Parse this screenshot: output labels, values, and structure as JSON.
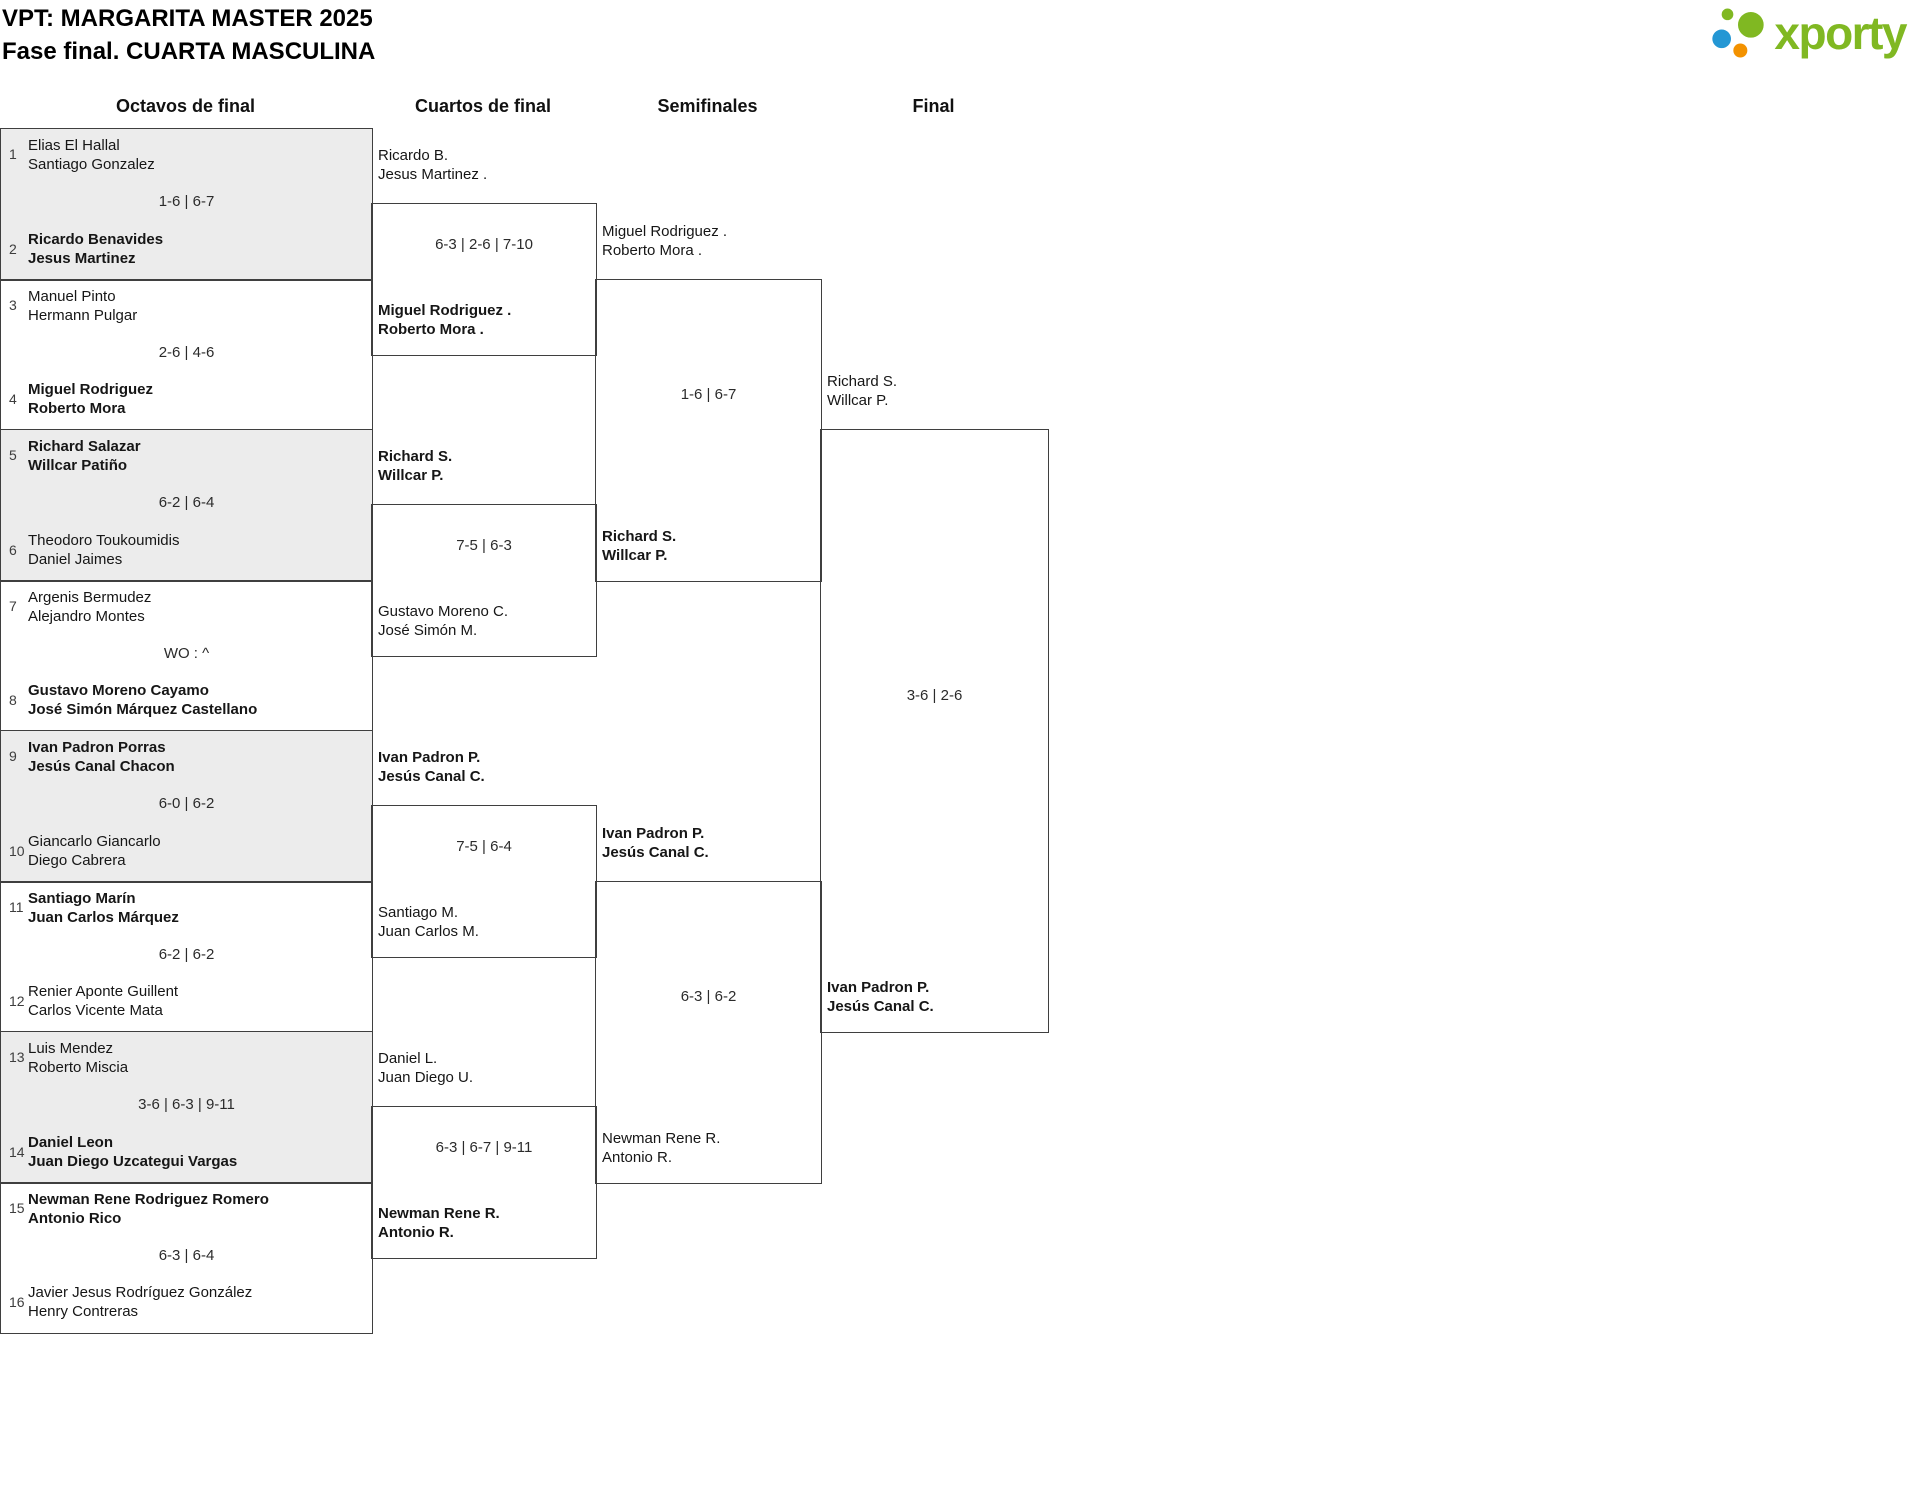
{
  "header": {
    "title": "VPT: MARGARITA MASTER 2025",
    "subtitle": "Fase final. CUARTA MASCULINA",
    "logo_text": "xporty",
    "brand_colors": {
      "green": "#80b822",
      "blue": "#2497d4",
      "orange": "#f39200"
    }
  },
  "rounds": [
    {
      "label": "Octavos de final",
      "matches": [
        {
          "score": "1-6 | 6-7",
          "teams": [
            {
              "seed": 1,
              "lines": [
                "Elias El Hallal",
                "Santiago Gonzalez"
              ],
              "winner": false
            },
            {
              "seed": 2,
              "lines": [
                "Ricardo Benavides",
                "Jesus Martinez"
              ],
              "winner": true
            }
          ]
        },
        {
          "score": "2-6 | 4-6",
          "teams": [
            {
              "seed": 3,
              "lines": [
                "Manuel Pinto",
                "Hermann Pulgar"
              ],
              "winner": false
            },
            {
              "seed": 4,
              "lines": [
                "Miguel Rodriguez",
                "Roberto Mora"
              ],
              "winner": true
            }
          ]
        },
        {
          "score": "6-2 | 6-4",
          "teams": [
            {
              "seed": 5,
              "lines": [
                "Richard Salazar",
                "Willcar Patiño"
              ],
              "winner": true
            },
            {
              "seed": 6,
              "lines": [
                "Theodoro Toukoumidis",
                "Daniel Jaimes"
              ],
              "winner": false
            }
          ]
        },
        {
          "score": "WO : ^",
          "teams": [
            {
              "seed": 7,
              "lines": [
                "Argenis Bermudez",
                "Alejandro Montes"
              ],
              "winner": false
            },
            {
              "seed": 8,
              "lines": [
                "Gustavo Moreno Cayamo",
                "José Simón Márquez Castellano"
              ],
              "winner": true
            }
          ]
        },
        {
          "score": "6-0 | 6-2",
          "teams": [
            {
              "seed": 9,
              "lines": [
                "Ivan Padron Porras",
                "Jesús Canal Chacon"
              ],
              "winner": true
            },
            {
              "seed": 10,
              "lines": [
                "Giancarlo Giancarlo",
                "Diego Cabrera"
              ],
              "winner": false
            }
          ]
        },
        {
          "score": "6-2 | 6-2",
          "teams": [
            {
              "seed": 11,
              "lines": [
                "Santiago Marín",
                "Juan Carlos Márquez"
              ],
              "winner": true
            },
            {
              "seed": 12,
              "lines": [
                "Renier Aponte Guillent",
                "Carlos Vicente Mata"
              ],
              "winner": false
            }
          ]
        },
        {
          "score": "3-6 | 6-3 | 9-11",
          "teams": [
            {
              "seed": 13,
              "lines": [
                "Luis Mendez",
                "Roberto Miscia"
              ],
              "winner": false
            },
            {
              "seed": 14,
              "lines": [
                "Daniel Leon",
                "Juan Diego Uzcategui Vargas"
              ],
              "winner": true
            }
          ]
        },
        {
          "score": "6-3 | 6-4",
          "teams": [
            {
              "seed": 15,
              "lines": [
                "Newman Rene Rodriguez Romero",
                "Antonio Rico"
              ],
              "winner": true
            },
            {
              "seed": 16,
              "lines": [
                "Javier Jesus Rodríguez González",
                "Henry Contreras"
              ],
              "winner": false
            }
          ]
        }
      ]
    },
    {
      "label": "Cuartos de final",
      "matches": [
        {
          "score": "6-3 | 2-6 | 7-10",
          "teams": [
            {
              "lines": [
                "Ricardo B.",
                "Jesus Martinez ."
              ],
              "winner": false
            },
            {
              "lines": [
                "Miguel Rodriguez .",
                "Roberto Mora ."
              ],
              "winner": true
            }
          ]
        },
        {
          "score": "7-5 | 6-3",
          "teams": [
            {
              "lines": [
                "Richard S.",
                "Willcar P."
              ],
              "winner": true
            },
            {
              "lines": [
                "Gustavo Moreno C.",
                "José Simón M."
              ],
              "winner": false
            }
          ]
        },
        {
          "score": "7-5 | 6-4",
          "teams": [
            {
              "lines": [
                "Ivan Padron P.",
                "Jesús Canal C."
              ],
              "winner": true
            },
            {
              "lines": [
                "Santiago M.",
                "Juan Carlos M."
              ],
              "winner": false
            }
          ]
        },
        {
          "score": "6-3 | 6-7 | 9-11",
          "teams": [
            {
              "lines": [
                "Daniel L.",
                "Juan Diego U."
              ],
              "winner": false
            },
            {
              "lines": [
                "Newman Rene R.",
                "Antonio R."
              ],
              "winner": true
            }
          ]
        }
      ]
    },
    {
      "label": "Semifinales",
      "matches": [
        {
          "score": "1-6 | 6-7",
          "teams": [
            {
              "lines": [
                "Miguel Rodriguez .",
                "Roberto Mora ."
              ],
              "winner": false
            },
            {
              "lines": [
                "Richard S.",
                "Willcar P."
              ],
              "winner": true
            }
          ]
        },
        {
          "score": "6-3 | 6-2",
          "teams": [
            {
              "lines": [
                "Ivan Padron P.",
                "Jesús Canal C."
              ],
              "winner": true
            },
            {
              "lines": [
                "Newman Rene R.",
                "Antonio R."
              ],
              "winner": false
            }
          ]
        }
      ]
    },
    {
      "label": "Final",
      "matches": [
        {
          "score": "3-6 | 2-6",
          "teams": [
            {
              "lines": [
                "Richard S.",
                "Willcar P."
              ],
              "winner": false
            },
            {
              "lines": [
                "Ivan Padron P.",
                "Jesús Canal C."
              ],
              "winner": true
            }
          ]
        }
      ]
    }
  ]
}
